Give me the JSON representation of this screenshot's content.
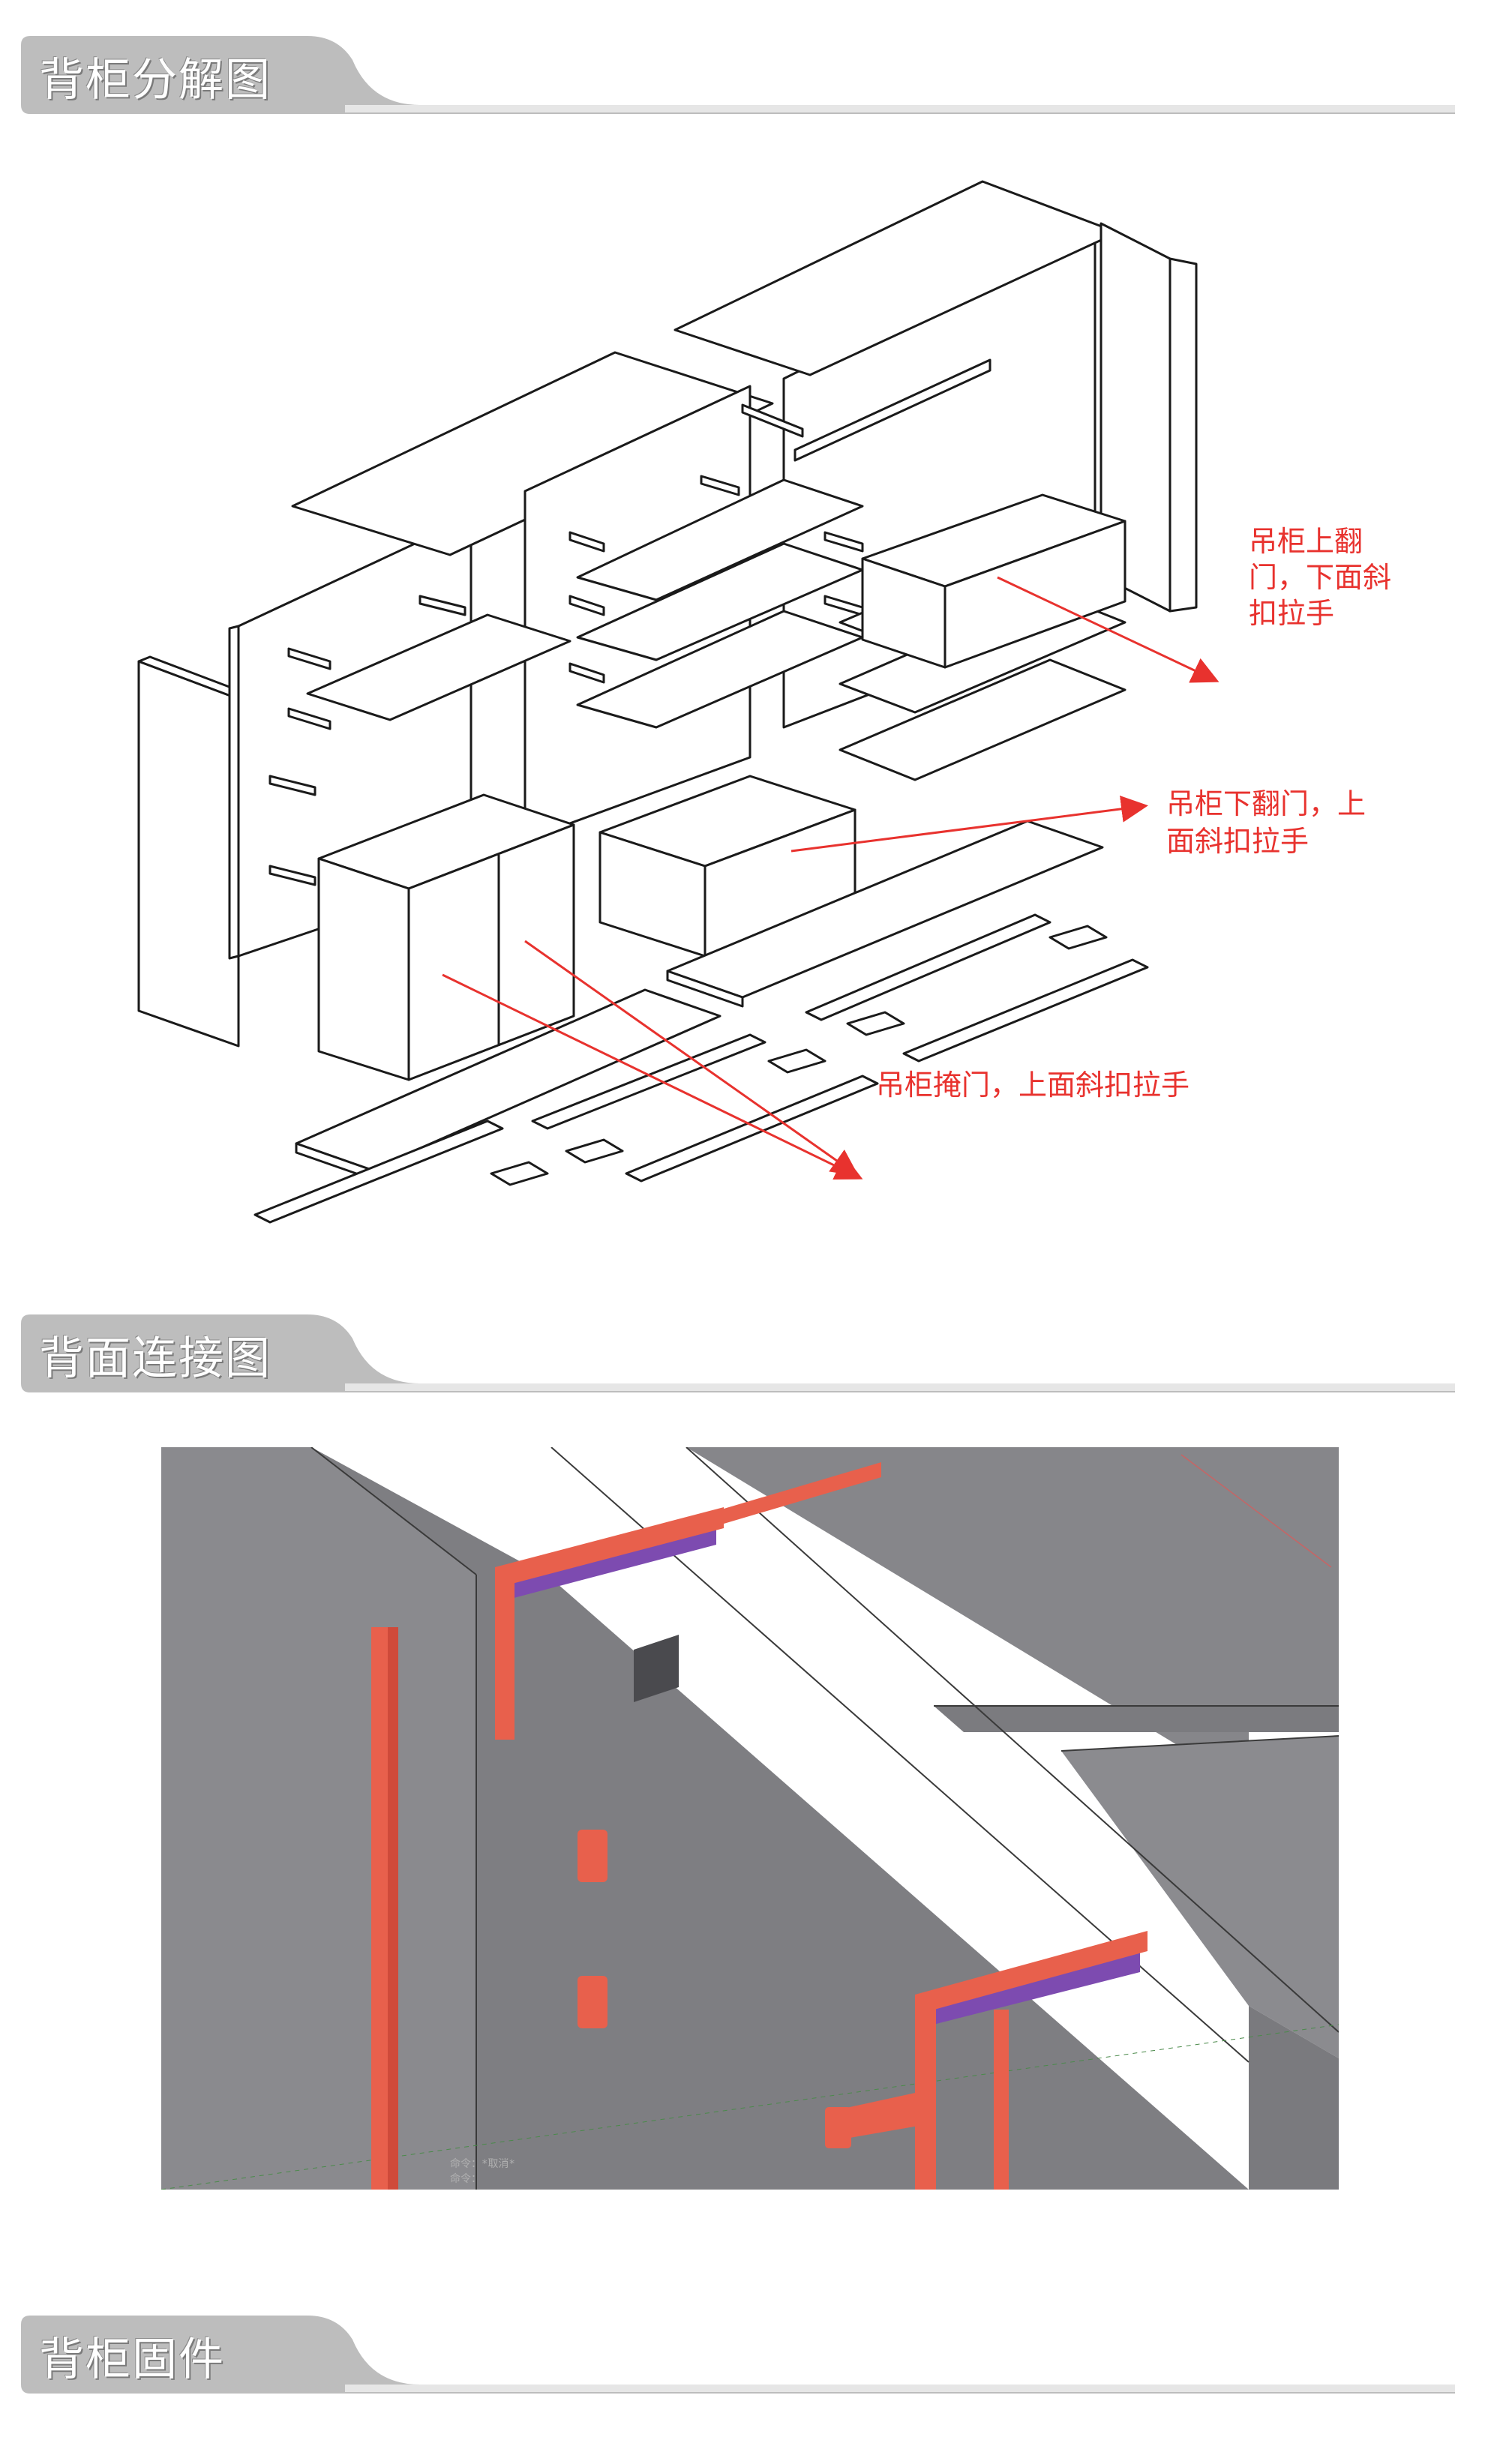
{
  "sections": [
    {
      "title": "背柜分解图"
    },
    {
      "title": "背面连接图"
    },
    {
      "title": "背柜固件"
    }
  ],
  "exploded_diagram": {
    "callouts": [
      {
        "lines": [
          "吊柜上翻",
          "门，下面斜",
          "扣拉手"
        ]
      },
      {
        "lines": [
          "吊柜下翻门，上",
          "面斜扣拉手"
        ]
      },
      {
        "lines": [
          "吊柜掩门，上面斜扣拉手"
        ]
      }
    ],
    "annotation_color": "#e8322e"
  },
  "back_connection_diagram": {
    "command_lines": [
      "命令：*取消*",
      "命令："
    ],
    "colors": {
      "panel": "#8a8a8e",
      "panel_dark": "#6f6f73",
      "bracket": "#e8604c",
      "bracket_shadow": "#7d4bb0"
    }
  }
}
